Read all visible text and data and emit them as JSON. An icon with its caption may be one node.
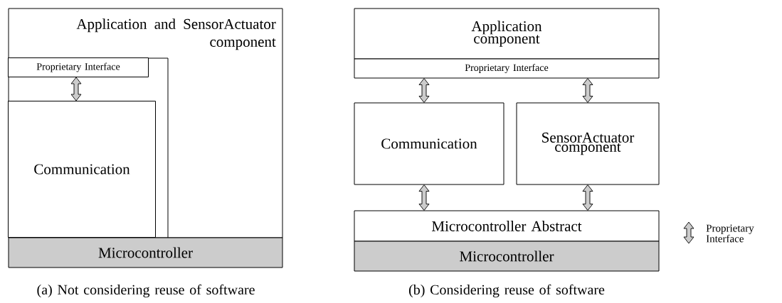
{
  "diagram": {
    "nodes": [
      {
        "text": [
          "Application and SensorActuator component"
        ]
      },
      {
        "text": [
          "Proprietary Interface"
        ],
        "in": 0
      },
      {
        "text": [
          "Communication"
        ],
        "in": 0
      },
      {
        "text": [
          "Microcontroller"
        ]
      },
      {
        "text": [
          "Application component"
        ]
      },
      {
        "text": [
          "Proprietary Interface"
        ]
      },
      {
        "text": [
          "Communication"
        ]
      },
      {
        "text": [
          "SensorActuator component"
        ]
      },
      {
        "text": [
          "Microcontroller Abstract"
        ]
      },
      {
        "text": [
          "Microcontroller"
        ]
      }
    ],
    "edges": [
      {
        "from": 1,
        "to": 2,
        "arrow": "both"
      },
      {
        "from": 5,
        "to": 6,
        "arrow": "both"
      },
      {
        "from": 5,
        "to": 7,
        "arrow": "both"
      },
      {
        "from": 6,
        "to": 8,
        "arrow": "both"
      },
      {
        "from": 7,
        "to": 8,
        "arrow": "both"
      }
    ],
    "labels": [
      "(a) Not considering reuse of software",
      "(b) Considering reuse of software"
    ],
    "legend": [
      {
        "text": "Proprietary Interface"
      }
    ]
  }
}
